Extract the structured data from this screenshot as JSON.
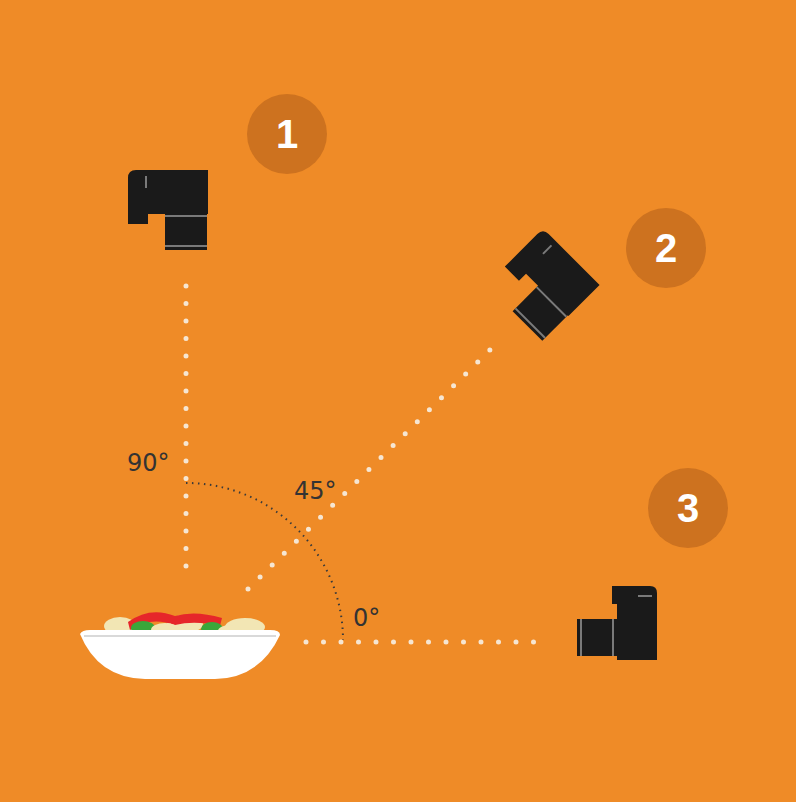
{
  "diagram": {
    "nodes": [
      {
        "text": [
          "1"
        ]
      },
      {
        "text": [
          "2"
        ]
      },
      {
        "text": [
          "3"
        ]
      }
    ],
    "edges": [],
    "labels": [
      "90°",
      "45°",
      "0°"
    ]
  }
}
